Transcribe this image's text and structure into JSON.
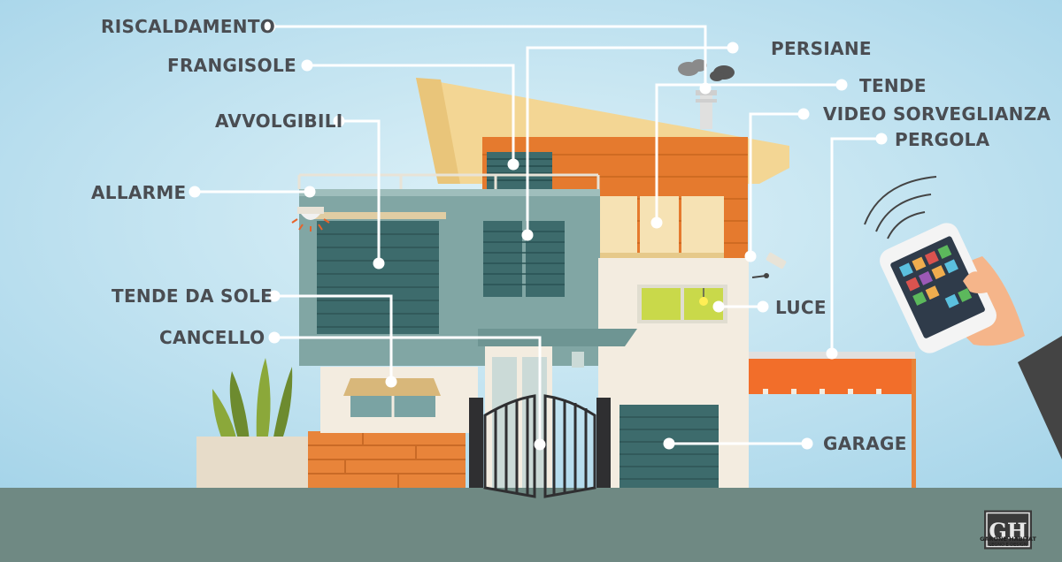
{
  "labels": {
    "riscaldamento": "RISCALDAMENTO",
    "frangisole": "FRANGISOLE",
    "avvolgibili": "AVVOLGIBILI",
    "allarme": "ALLARME",
    "tende_da_sole": "TENDE DA SOLE",
    "cancello": "CANCELLO",
    "persiane": "PERSIANE",
    "tende": "TENDE",
    "video_sorveglianza": "VIDEO SORVEGLIANZA",
    "pergola": "PERGOLA",
    "luce": "LUCE",
    "garage": "GARAGE"
  },
  "logo": {
    "monogram": "GH",
    "name": "GARONE HABITAT",
    "tagline": "LEGNO E DESIGN"
  },
  "colors": {
    "sky_top": "#c9e9f4",
    "sky_bottom": "#a9d7ea",
    "ground": "#6f8983",
    "roof": "#f3d694",
    "wall_orange": "#e57a2e",
    "wall_teal": "#81a6a4",
    "wall_cream": "#f3ece0",
    "shutter": "#3d6b6c",
    "window_green": "#c9d94a",
    "awning": "#f26e2a",
    "label_text": "#4a4d52",
    "connector": "#ffffff"
  },
  "icons": [
    "smoke-icon",
    "alarm-siren-icon",
    "security-camera-icon",
    "light-bulb-icon",
    "smartphone-icon",
    "wifi-signal-icon",
    "plant-icon"
  ]
}
